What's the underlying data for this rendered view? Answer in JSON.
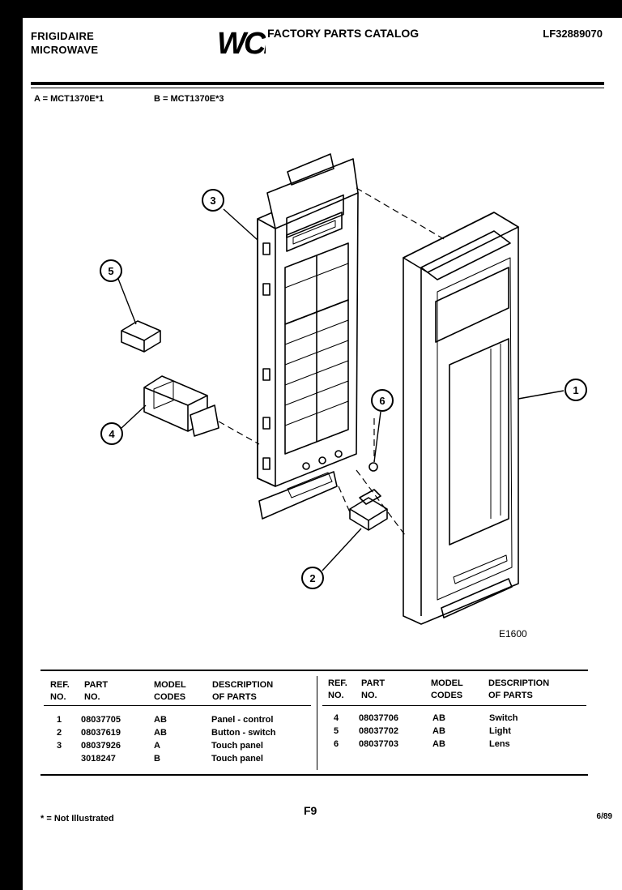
{
  "header": {
    "brand_line1": "FRIGIDAIRE",
    "brand_line2": "MICROWAVE",
    "logo_text": "WCI",
    "catalog_title": "FACTORY PARTS CATALOG",
    "catalog_number": "LF32889070"
  },
  "models": {
    "a": "A = MCT1370E*1",
    "b": "B = MCT1370E*3"
  },
  "diagram": {
    "callouts": [
      "1",
      "2",
      "3",
      "4",
      "5",
      "6"
    ],
    "figure_code": "E1600"
  },
  "table": {
    "headers": {
      "ref_1": "REF.",
      "ref_2": "NO.",
      "part_1": "PART",
      "part_2": "NO.",
      "model_1": "MODEL",
      "model_2": "CODES",
      "desc_1": "DESCRIPTION",
      "desc_2": "OF PARTS"
    },
    "left_rows": [
      {
        "ref": "1",
        "part": "08037705",
        "codes": "AB",
        "desc": "Panel - control"
      },
      {
        "ref": "2",
        "part": "08037619",
        "codes": "AB",
        "desc": "Button - switch"
      },
      {
        "ref": "3",
        "part": "08037926",
        "codes": "A",
        "desc": "Touch panel"
      },
      {
        "ref": "",
        "part": "3018247",
        "codes": "B",
        "desc": "Touch panel"
      }
    ],
    "right_rows": [
      {
        "ref": "4",
        "part": "08037706",
        "codes": "AB",
        "desc": "Switch"
      },
      {
        "ref": "5",
        "part": "08037702",
        "codes": "AB",
        "desc": "Light"
      },
      {
        "ref": "6",
        "part": "08037703",
        "codes": "AB",
        "desc": "Lens"
      }
    ]
  },
  "footer": {
    "note": "* = Not Illustrated",
    "page": "F9",
    "date": "6/89"
  }
}
